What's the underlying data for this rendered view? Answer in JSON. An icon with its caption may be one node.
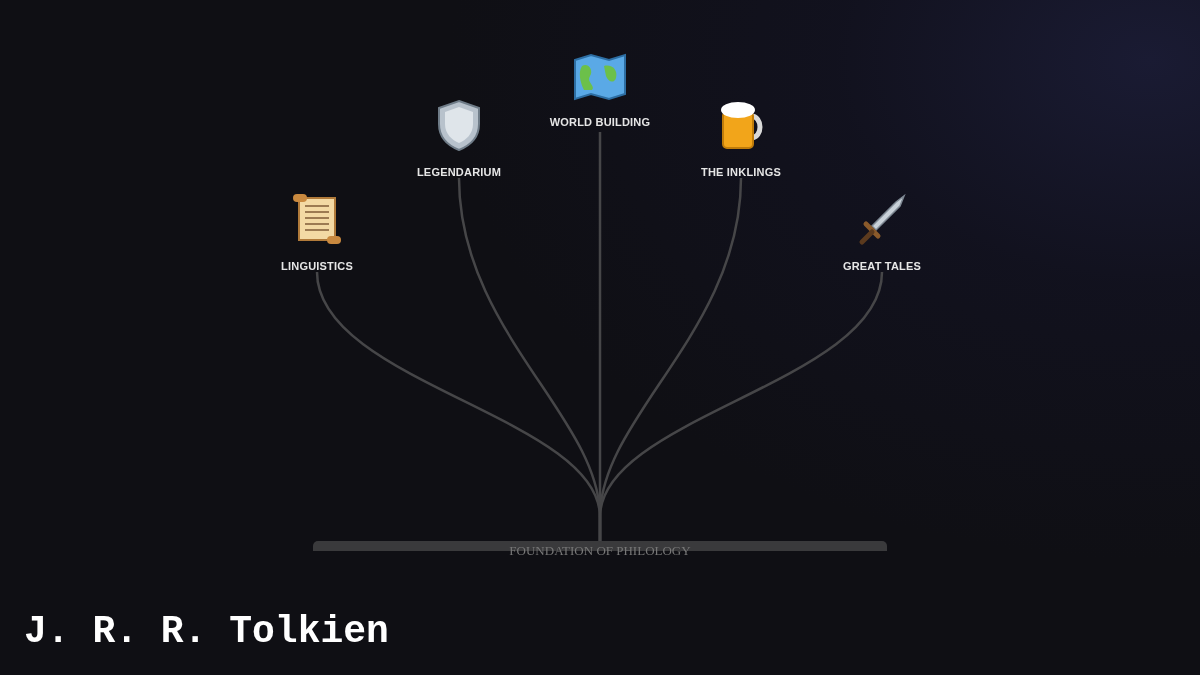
{
  "diagram": {
    "title": "J. R. R. Tolkien",
    "nodes": [
      {
        "text": [
          "LINGUISTICS"
        ]
      },
      {
        "text": [
          "LEGENDARIUM"
        ]
      },
      {
        "text": [
          "WORLD BUILDING"
        ]
      },
      {
        "text": [
          "THE INKLINGS"
        ]
      },
      {
        "text": [
          "GREAT TALES"
        ]
      },
      {
        "text": [
          "FOUNDATION OF PHILOLOGY"
        ]
      }
    ],
    "edges": [
      {
        "from": 5,
        "to": 0,
        "arrow": "none"
      },
      {
        "from": 5,
        "to": 1,
        "arrow": "none"
      },
      {
        "from": 5,
        "to": 2,
        "arrow": "none"
      },
      {
        "from": 5,
        "to": 3,
        "arrow": "none"
      },
      {
        "from": 5,
        "to": 4,
        "arrow": "none"
      }
    ]
  }
}
